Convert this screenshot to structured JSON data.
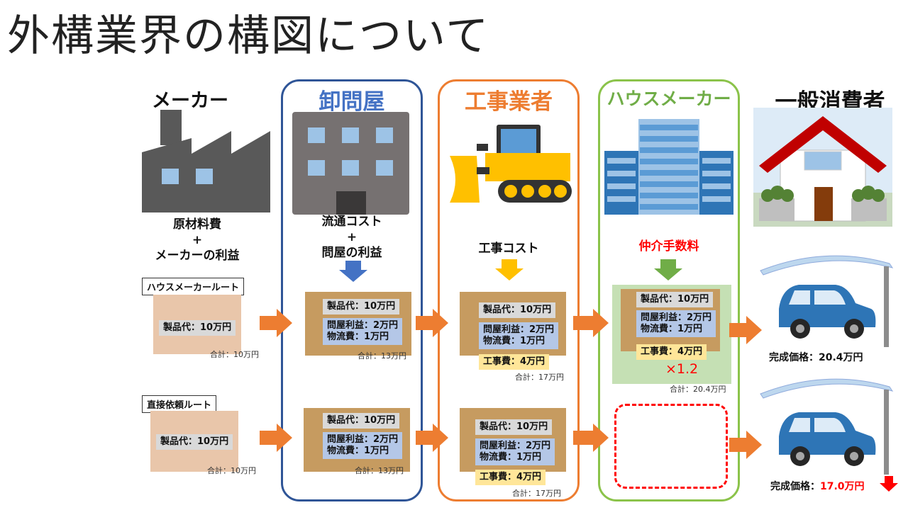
{
  "title": "外構業界の構図について",
  "columns": {
    "maker": {
      "heading": "メーカー",
      "note": [
        "原材料費",
        "+",
        "メーカーの利益"
      ]
    },
    "wholesaler": {
      "heading": "卸問屋",
      "note": [
        "流通コスト",
        "+",
        "問屋の利益"
      ]
    },
    "contractor": {
      "heading": "工事業者",
      "note": [
        "工事コスト"
      ]
    },
    "housemaker": {
      "heading": "ハウスメーカー",
      "note": [
        "仲介手数料"
      ]
    },
    "consumer": {
      "heading": "一般消費者"
    }
  },
  "routes": {
    "housemaker": {
      "label": "ハウスメーカールート",
      "maker": {
        "product": "製品代：10万円",
        "total": "合計：10万円"
      },
      "wholesaler": {
        "product": "製品代：10万円",
        "profit": "問屋利益：2万円",
        "logistics": "物流費：1万円",
        "total": "合計：13万円"
      },
      "contractor": {
        "product": "製品代：10万円",
        "profit": "問屋利益：2万円",
        "logistics": "物流費：1万円",
        "work": "工事費：4万円",
        "total": "合計：17万円"
      },
      "housemaker": {
        "product": "製品代：10万円",
        "profit": "問屋利益：2万円",
        "logistics": "物流費：1万円",
        "work": "工事費：4万円",
        "multiplier": "×1.2",
        "total": "合計：20.4万円"
      },
      "final": {
        "label": "完成価格：20.4万円"
      }
    },
    "direct": {
      "label": "直接依頼ルート",
      "maker": {
        "product": "製品代：10万円",
        "total": "合計：10万円"
      },
      "wholesaler": {
        "product": "製品代：10万円",
        "profit": "問屋利益：2万円",
        "logistics": "物流費：1万円",
        "total": "合計：13万円"
      },
      "contractor": {
        "product": "製品代：10万円",
        "profit": "問屋利益：2万円",
        "logistics": "物流費：1万円",
        "work": "工事費：4万円",
        "total": "合計：17万円"
      },
      "final": {
        "label": "完成価格：",
        "price": "17.0万円"
      }
    }
  },
  "colors": {
    "wholesaler": "#2f5597",
    "contractor": "#ed7d31",
    "housemaker": "#8bc34a",
    "arrow_orange": "#ed7d31",
    "arrow_blue": "#4472c4",
    "arrow_yellow": "#ffc000",
    "arrow_green": "#70ad47",
    "red": "#ff0000"
  },
  "icons": [
    "factory-icon",
    "building-icon",
    "bulldozer-icon",
    "office-tower-icon",
    "house-icon",
    "carport-car-icon",
    "down-arrow-icon",
    "right-arrow-icon"
  ]
}
